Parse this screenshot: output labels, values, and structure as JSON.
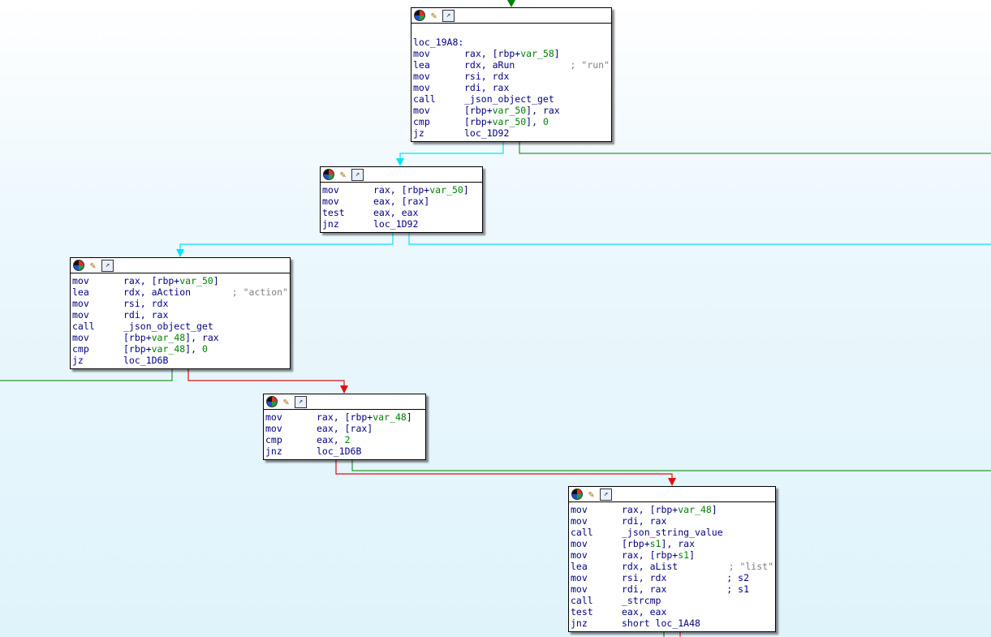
{
  "colors": {
    "true_edge": "#008000",
    "false_edge": "#e01010",
    "flow_edge": "#00e0ff",
    "uncond": "#008000"
  },
  "header_icons": [
    "color-palette-icon",
    "edit-icon",
    "graph-overview-icon"
  ],
  "nodes": [
    {
      "name": "block-loc-19a8",
      "label": "loc_19A8:",
      "lines": [
        {
          "mn": "mov",
          "ops": "rax, [rbp+",
          "var": "var_58",
          "tail": "]"
        },
        {
          "mn": "lea",
          "ops": "rdx, aRun",
          "comment": "; \"run\""
        },
        {
          "mn": "mov",
          "ops": "rsi, rdx"
        },
        {
          "mn": "mov",
          "ops": "rdi, rax"
        },
        {
          "mn": "call",
          "ops": "_json_object_get"
        },
        {
          "mn": "mov",
          "ops": "[rbp+",
          "var": "var_50",
          "tail": "], rax"
        },
        {
          "mn": "cmp",
          "ops": "[rbp+",
          "var": "var_50",
          "tail": "], ",
          "num": "0"
        },
        {
          "mn": "jz",
          "ops": "loc_1D92"
        }
      ]
    },
    {
      "name": "block-test-var50",
      "lines": [
        {
          "mn": "mov",
          "ops": "rax, [rbp+",
          "var": "var_50",
          "tail": "]"
        },
        {
          "mn": "mov",
          "ops": "eax, [rax]"
        },
        {
          "mn": "test",
          "ops": "eax, eax"
        },
        {
          "mn": "jnz",
          "ops": "loc_1D92"
        }
      ]
    },
    {
      "name": "block-get-action",
      "lines": [
        {
          "mn": "mov",
          "ops": "rax, [rbp+",
          "var": "var_50",
          "tail": "]"
        },
        {
          "mn": "lea",
          "ops": "rdx, aAction",
          "comment": "; \"action\""
        },
        {
          "mn": "mov",
          "ops": "rsi, rdx"
        },
        {
          "mn": "mov",
          "ops": "rdi, rax"
        },
        {
          "mn": "call",
          "ops": "_json_object_get"
        },
        {
          "mn": "mov",
          "ops": "[rbp+",
          "var": "var_48",
          "tail": "], rax"
        },
        {
          "mn": "cmp",
          "ops": "[rbp+",
          "var": "var_48",
          "tail": "], ",
          "num": "0"
        },
        {
          "mn": "jz",
          "ops": "loc_1D6B"
        }
      ]
    },
    {
      "name": "block-cmp-2",
      "lines": [
        {
          "mn": "mov",
          "ops": "rax, [rbp+",
          "var": "var_48",
          "tail": "]"
        },
        {
          "mn": "mov",
          "ops": "eax, [rax]"
        },
        {
          "mn": "cmp",
          "ops": "eax, ",
          "num": "2"
        },
        {
          "mn": "jnz",
          "ops": "loc_1D6B"
        }
      ]
    },
    {
      "name": "block-strcmp-list",
      "lines": [
        {
          "mn": "mov",
          "ops": "rax, [rbp+",
          "var": "var_48",
          "tail": "]"
        },
        {
          "mn": "mov",
          "ops": "rdi, rax"
        },
        {
          "mn": "call",
          "ops": "_json_string_value"
        },
        {
          "mn": "mov",
          "ops": "[rbp+",
          "var": "s1",
          "tail": "], rax"
        },
        {
          "mn": "mov",
          "ops": "rax, [rbp+",
          "var": "s1",
          "tail": "]"
        },
        {
          "mn": "lea",
          "ops": "rdx, aList",
          "comment": "; \"list\""
        },
        {
          "mn": "mov",
          "ops": "rsi, rdx",
          "comment2": "; s2"
        },
        {
          "mn": "mov",
          "ops": "rdi, rax",
          "comment2": "; s1"
        },
        {
          "mn": "call",
          "ops": "_strcmp"
        },
        {
          "mn": "test",
          "ops": "eax, eax"
        },
        {
          "mn": "jnz",
          "ops": "short loc_1A48"
        }
      ]
    }
  ]
}
